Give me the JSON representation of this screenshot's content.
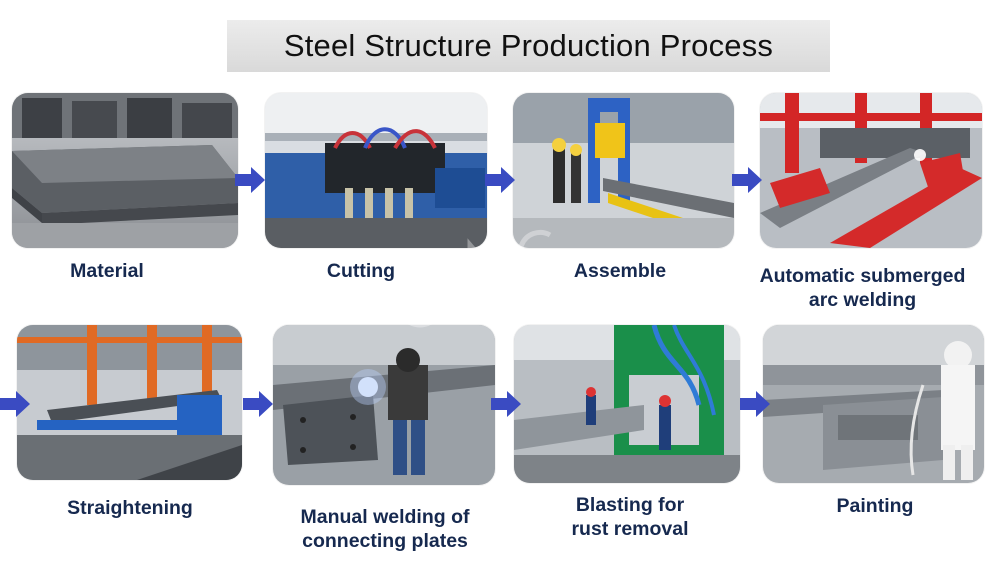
{
  "title": "Steel Structure Production Process",
  "colors": {
    "caption": "#16294f",
    "arrow": "#3a4bc2",
    "title_bar": "#dcdcdc"
  },
  "steps": [
    {
      "label": "Material",
      "photo": "steel-plate-stack"
    },
    {
      "label": "Cutting",
      "photo": "cnc-flame-cutting-machine"
    },
    {
      "label": "Assemble",
      "photo": "h-beam-assembly-machine"
    },
    {
      "label_line1": "Automatic submerged",
      "label_line2": "arc welding",
      "photo": "gantry-submerged-arc-welder"
    },
    {
      "label": "Straightening",
      "photo": "straightening-line"
    },
    {
      "label_line1": "Manual welding of",
      "label_line2": "connecting plates",
      "photo": "manual-welding"
    },
    {
      "label_line1": "Blasting for",
      "label_line2": "rust removal",
      "photo": "shot-blasting-machine"
    },
    {
      "label": "Painting",
      "photo": "spray-painting"
    }
  ]
}
